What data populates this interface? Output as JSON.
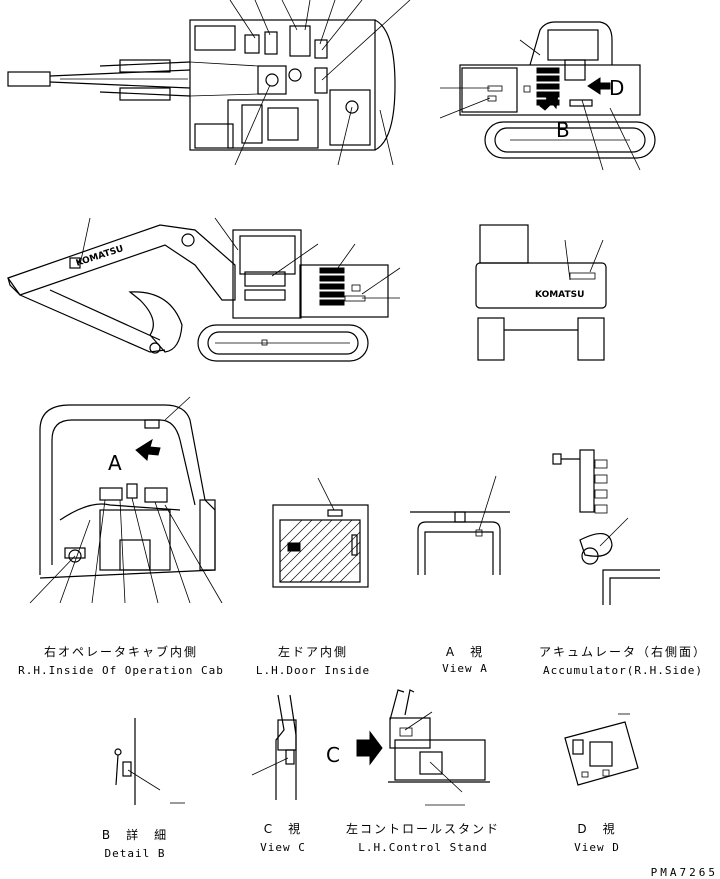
{
  "callouts": {
    "A": "A",
    "B": "B",
    "C": "C",
    "D": "D"
  },
  "brand_marks": {
    "boom": "KOMATSU",
    "rear": "KOMATSU"
  },
  "captions": [
    {
      "id": "rh-cab",
      "jp": "右オペレータキャブ内側",
      "en": "R.H.Inside Of Operation Cab"
    },
    {
      "id": "lh-door",
      "jp": "左ドア内側",
      "en": "L.H.Door Inside"
    },
    {
      "id": "view-a",
      "jp": "A　視",
      "en": "View A"
    },
    {
      "id": "accumulator",
      "jp": "アキュムレータ（右側面）",
      "en": "Accumulator(R.H.Side)"
    },
    {
      "id": "detail-b",
      "jp": "B　詳　細",
      "en": "Detail B"
    },
    {
      "id": "view-c",
      "jp": "C　視",
      "en": "View C"
    },
    {
      "id": "lh-control",
      "jp": "左コントロールスタンド",
      "en": "L.H.Control Stand"
    },
    {
      "id": "view-d",
      "jp": "D　視",
      "en": "View D"
    }
  ],
  "drawing_number": "PMA7265"
}
